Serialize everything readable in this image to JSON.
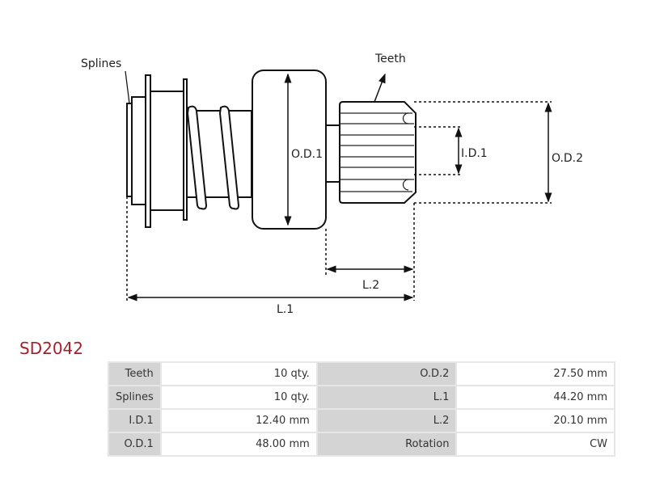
{
  "diagram": {
    "labels": {
      "splines": "Splines",
      "teeth": "Teeth",
      "od1": "O.D.1",
      "od2": "O.D.2",
      "id1": "I.D.1",
      "l1": "L.1",
      "l2": "L.2"
    }
  },
  "part_number": "SD2042",
  "specs": [
    {
      "label": "Teeth",
      "value": "10 qty.",
      "label2": "O.D.2",
      "value2": "27.50 mm"
    },
    {
      "label": "Splines",
      "value": "10 qty.",
      "label2": "L.1",
      "value2": "44.20 mm"
    },
    {
      "label": "I.D.1",
      "value": "12.40 mm",
      "label2": "L.2",
      "value2": "20.10 mm"
    },
    {
      "label": "O.D.1",
      "value": "48.00 mm",
      "label2": "Rotation",
      "value2": "CW"
    }
  ],
  "colors": {
    "title": "#a3222b"
  }
}
